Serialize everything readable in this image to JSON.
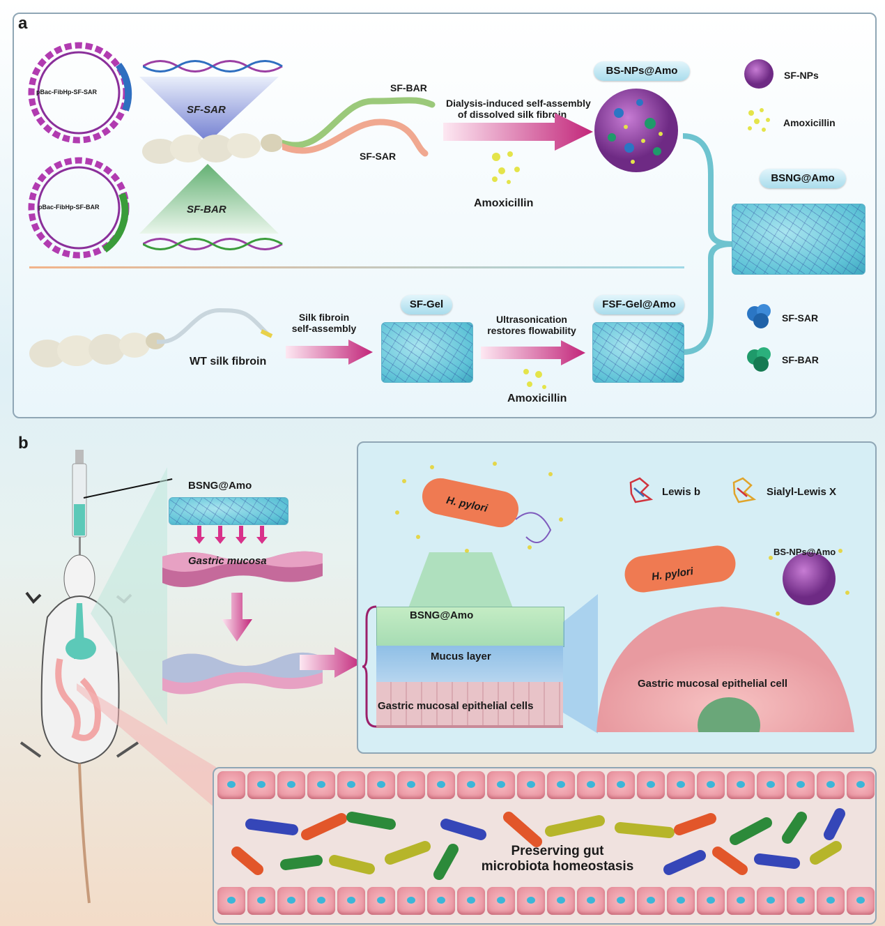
{
  "panel_a": {
    "letter": "a",
    "plasmid_top": "pBac-FibHp-SF-SAR",
    "plasmid_bottom": "pBac-FibHp-SF-BAR",
    "cone_top": "SF-SAR",
    "cone_bottom": "SF-BAR",
    "fiber_top_label": "SF-BAR",
    "fiber_bottom_label": "SF-SAR",
    "assembly_text_line1": "Dialysis-induced self-assembly",
    "assembly_text_line2": "of dissolved silk fibroin",
    "amoxicillin_label_top": "Amoxicillin",
    "bsnp_pill": "BS-NPs@Amo",
    "bsng_pill": "BSNG@Amo",
    "legend": {
      "sf_nps": "SF-NPs",
      "amoxicillin": "Amoxicillin",
      "sf_sar": "SF-SAR",
      "sf_bar": "SF-BAR"
    },
    "wt_label": "WT silk fibroin",
    "self_assembly_line1": "Silk fibroin",
    "self_assembly_line2": "self-assembly",
    "sf_gel_pill": "SF-Gel",
    "ultrasonication_line1": "Ultrasonication",
    "ultrasonication_line2": "restores flowability",
    "amoxicillin_label_bottom": "Amoxicillin",
    "fsf_gel_pill": "FSF-Gel@Amo"
  },
  "panel_b": {
    "letter": "b",
    "bsng_label": "BSNG@Amo",
    "gastric_mucosa": "Gastric mucosa",
    "layer_bsng": "BSNG@Amo",
    "layer_mucus": "Mucus layer",
    "layer_cells": "Gastric mucosal epithelial cells",
    "hpylori_1": "H. pylori",
    "hpylori_2": "H. pylori",
    "legend_lewis_b": "Lewis b",
    "legend_sialyl": "Sialyl-Lewis X",
    "bsnp_label": "BS-NPs@Amo",
    "epithelial_cell": "Gastric mucosal epithelial cell",
    "gut_line1": "Preserving gut",
    "gut_line2": "microbiota homeostasis"
  },
  "colors": {
    "pink_arrow": "#c2267a",
    "teal": "#5fc3d7",
    "purple": "#9b3fa3"
  }
}
